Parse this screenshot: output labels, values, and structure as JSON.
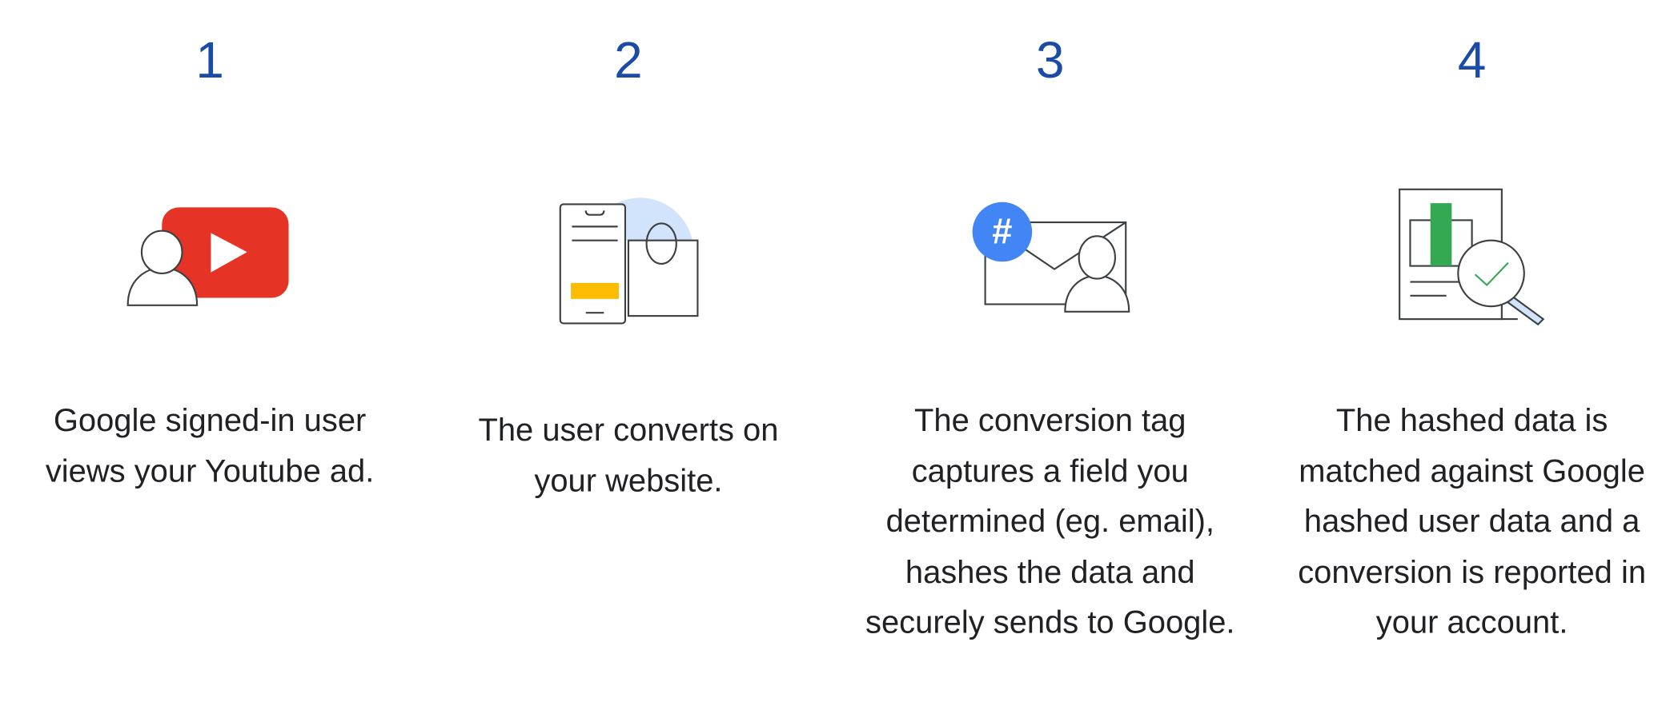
{
  "steps": [
    {
      "number": "1",
      "icon": "youtube-user-icon",
      "text": "Google signed-in user views your Youtube ad."
    },
    {
      "number": "2",
      "icon": "phone-shopping-bag-icon",
      "text": "The user converts on your website."
    },
    {
      "number": "3",
      "icon": "hashed-email-user-icon",
      "text": "The conversion tag captures a field you determined (eg. email), hashes the data and securely sends to Google."
    },
    {
      "number": "4",
      "icon": "report-magnifier-check-icon",
      "text": "The hashed data is matched against Google hashed user data and a conversion is reported in your account."
    }
  ],
  "hash_symbol": "#",
  "colors": {
    "number": "#1a4ba6",
    "youtube_red": "#e53426",
    "blue": "#4285f4",
    "light_blue": "#d2e3fc",
    "yellow": "#fbbc04",
    "green": "#34a853",
    "text": "#202124"
  }
}
